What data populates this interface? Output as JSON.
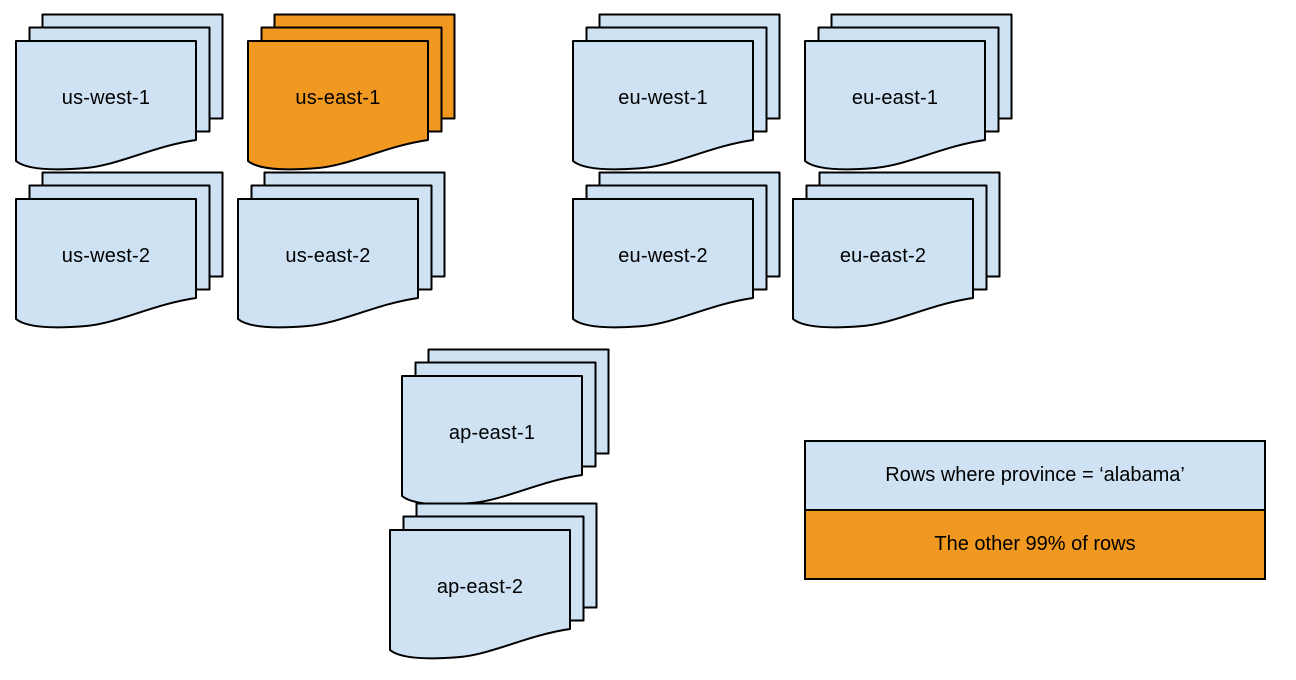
{
  "colors": {
    "page_blue": "#cfe2f3",
    "highlight_orange": "#f0981f",
    "stroke": "#000000",
    "text": "#000000",
    "background": "#ffffff"
  },
  "stacks": [
    {
      "id": "us-west-1",
      "label": "us-west-1",
      "fill": "#cfe2f3",
      "highlighted": false
    },
    {
      "id": "us-east-1",
      "label": "us-east-1",
      "fill": "#f0981f",
      "highlighted": true
    },
    {
      "id": "eu-west-1",
      "label": "eu-west-1",
      "fill": "#cfe2f3",
      "highlighted": false
    },
    {
      "id": "eu-east-1",
      "label": "eu-east-1",
      "fill": "#cfe2f3",
      "highlighted": false
    },
    {
      "id": "us-west-2",
      "label": "us-west-2",
      "fill": "#cfe2f3",
      "highlighted": false
    },
    {
      "id": "us-east-2",
      "label": "us-east-2",
      "fill": "#cfe2f3",
      "highlighted": false
    },
    {
      "id": "eu-west-2",
      "label": "eu-west-2",
      "fill": "#cfe2f3",
      "highlighted": false
    },
    {
      "id": "eu-east-2",
      "label": "eu-east-2",
      "fill": "#cfe2f3",
      "highlighted": false
    },
    {
      "id": "ap-east-1",
      "label": "ap-east-1",
      "fill": "#cfe2f3",
      "highlighted": false
    },
    {
      "id": "ap-east-2",
      "label": "ap-east-2",
      "fill": "#cfe2f3",
      "highlighted": false
    }
  ],
  "legend": {
    "rows": [
      {
        "id": "alabama-rows",
        "label": "Rows where province = ‘alabama’",
        "fill": "#cfe2f3"
      },
      {
        "id": "other-rows",
        "label": "The other 99% of rows",
        "fill": "#f0981f"
      }
    ]
  }
}
